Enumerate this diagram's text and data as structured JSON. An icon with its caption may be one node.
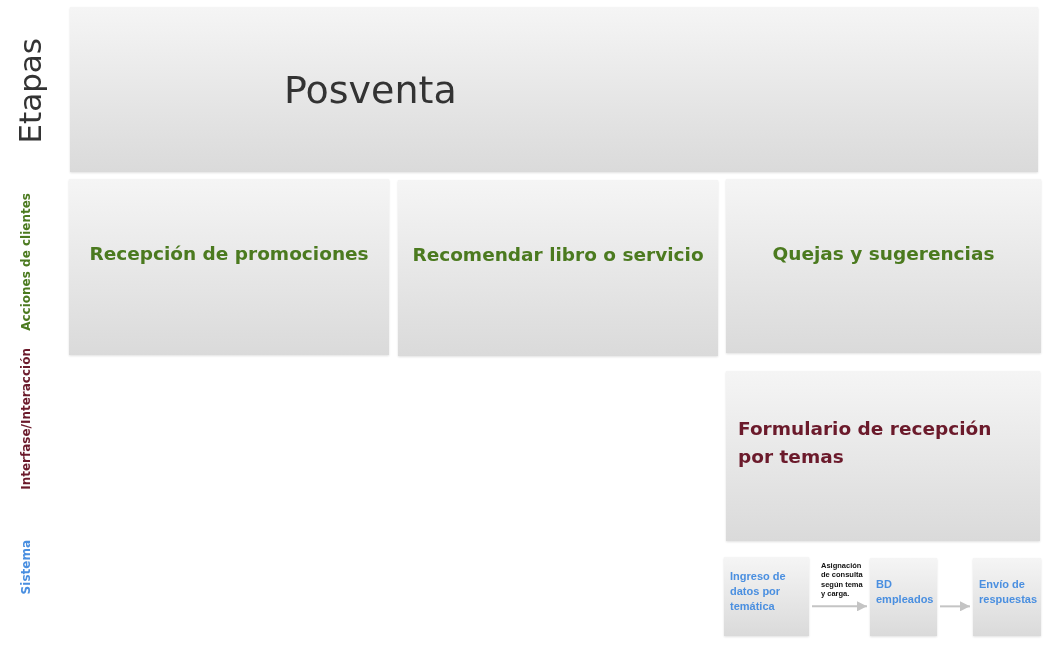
{
  "diagram": {
    "nodes": [
      {
        "text": [
          "Posventa"
        ]
      },
      {
        "text": [
          "Recepción de promociones"
        ]
      },
      {
        "text": [
          "Recomendar libro o servicio"
        ]
      },
      {
        "text": [
          "Quejas y sugerencias"
        ]
      },
      {
        "text": [
          "Formulario de recepción por temas"
        ]
      },
      {
        "text": [
          "Ingreso de datos por temática"
        ]
      },
      {
        "text": [
          "BD empleados"
        ]
      },
      {
        "text": [
          "Envío de respuestas"
        ]
      }
    ],
    "edges": [
      {
        "from": 5,
        "to": 6,
        "arrow": "to",
        "label": "Asignación de consulta según tema y carga."
      },
      {
        "from": 6,
        "to": 7,
        "arrow": "to"
      }
    ],
    "labels": [
      "Etapas",
      "Acciones de clientes",
      "Interfase/Interacción",
      "Sistema"
    ]
  }
}
